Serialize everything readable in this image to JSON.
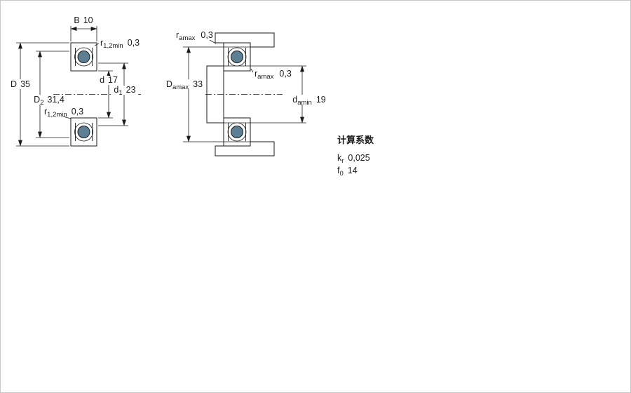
{
  "colors": {
    "section_fill": "#a9c6db",
    "ball_fill": "#5d7f93",
    "line": "#1a1a1a",
    "border": "#c9c9c9"
  },
  "figure_left": {
    "b": {
      "main": "B",
      "value": "10"
    },
    "D": {
      "main": "D",
      "value": "35"
    },
    "D2": {
      "main": "D",
      "sub": "2",
      "value": "31,4"
    },
    "r12_top": {
      "main": "r",
      "sub": "1,2min",
      "value": "0,3"
    },
    "r12_side": {
      "main": "r",
      "sub": "1,2min",
      "value": "0,3"
    },
    "d": {
      "main": "d",
      "value": "17"
    },
    "d1": {
      "main": "d",
      "sub": "1",
      "value": "23"
    }
  },
  "figure_right": {
    "ra_top": {
      "main": "r",
      "sub": "amax",
      "value": "0,3"
    },
    "ra_mid": {
      "main": "r",
      "sub": "amax",
      "value": "0,3"
    },
    "Da": {
      "main": "D",
      "sub": "amax",
      "value": "33"
    },
    "da": {
      "main": "d",
      "sub": "amin",
      "value": "19"
    }
  },
  "factors": {
    "title": "计算系数",
    "kr": {
      "main": "k",
      "sub": "r",
      "value": "0,025"
    },
    "f0": {
      "main": "f",
      "sub": "0",
      "value": "14"
    }
  }
}
